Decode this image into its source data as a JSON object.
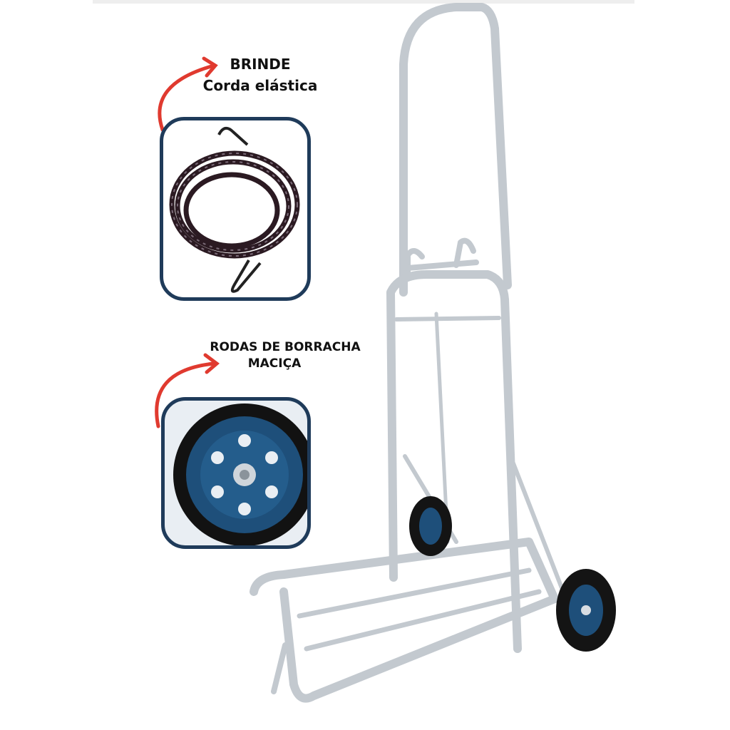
{
  "callouts": {
    "gift_title": "BRINDE",
    "gift_subtitle": "Corda elástica",
    "wheels_line1": "RODAS DE BORRACHA",
    "wheels_line2": "MACIÇA"
  },
  "colors": {
    "frame_border": "#1f3b5a",
    "arrow": "#e03a2f",
    "steel": "#c9ced3",
    "wheel_blue": "#1e4f7a",
    "tire": "#121212"
  },
  "icons": {
    "arrow_1": "curved-arrow-icon",
    "arrow_2": "curved-arrow-icon"
  }
}
